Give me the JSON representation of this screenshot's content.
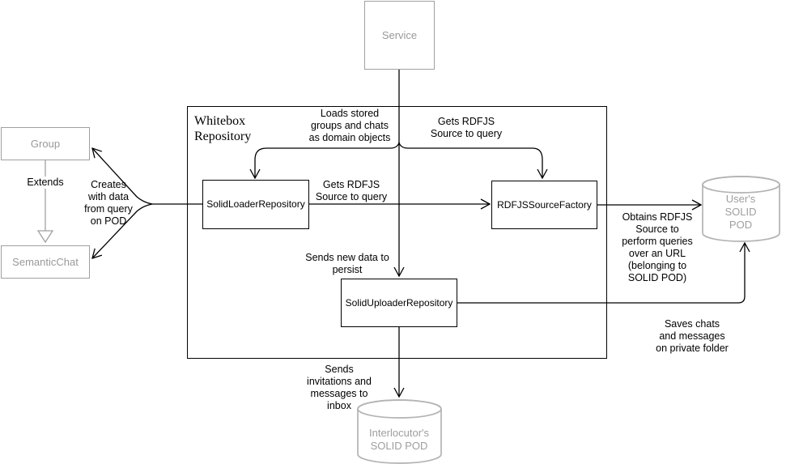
{
  "diagram": {
    "boxes": {
      "service": "Service",
      "group": "Group",
      "semantic_chat": "SemanticChat",
      "whitebox_repository": "Whitebox\nRepository",
      "solid_loader_repository": "SolidLoaderRepository",
      "rdfjs_source_factory": "RDFJSSourceFactory",
      "solid_uploader_repository": "SolidUploaderRepository"
    },
    "datastores": {
      "users_pod": "User's\nSOLID\nPOD",
      "interlocutors_pod": "Interlocutor's\nSOLID POD"
    },
    "edge_labels": {
      "extends": "Extends",
      "creates_with_data": "Creates\nwith data\nfrom query\non POD",
      "loads_stored": "Loads stored\ngroups and chats\nas domain objects",
      "gets_rdfjs_from_service": "Gets RDFJS\nSource to query",
      "gets_rdfjs_from_loader": "Gets RDFJS\nSource to query",
      "sends_new_data": "Sends new data to\npersist",
      "obtains_rdfjs": "Obtains RDFJS\nSource to\nperform queries\nover an URL\n(belonging to\nSOLID POD)",
      "saves_chats": "Saves chats\nand messages\non private folder",
      "sends_invitations": "Sends\ninvitations and\nmessages to\ninbox"
    },
    "colors": {
      "line_black": "#000000",
      "gray_border": "#a0a0a0",
      "gray_text": "#999999",
      "cylinder_stroke": "#b3b3b3"
    }
  }
}
